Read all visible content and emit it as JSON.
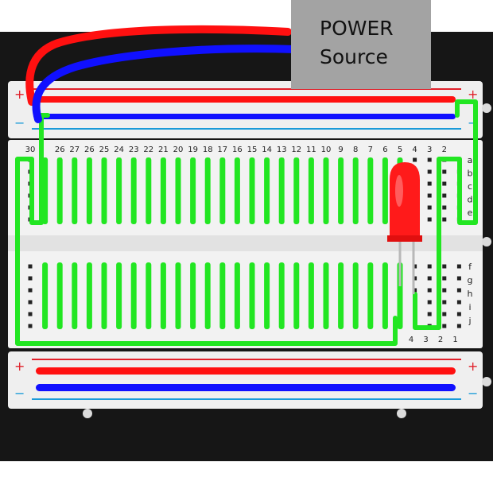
{
  "power_source": {
    "line1": "POWER",
    "line2": "Source"
  },
  "top_rail": {
    "plus": "+",
    "minus": "−"
  },
  "bottom_rail": {
    "plus": "+",
    "minus": "−"
  },
  "column_numbers_top": [
    "30",
    "",
    "26",
    "27",
    "26",
    "25",
    "24",
    "23",
    "22",
    "21",
    "20",
    "19",
    "18",
    "17",
    "16",
    "15",
    "14",
    "13",
    "12",
    "11",
    "10",
    "9",
    "8",
    "7",
    "6",
    "5",
    "4",
    "3",
    "2",
    ""
  ],
  "column_numbers_bottom": [
    "4",
    "3",
    "2",
    "1"
  ],
  "row_letters_top": [
    "a",
    "b",
    "c",
    "d",
    "e"
  ],
  "row_letters_bottom": [
    "f",
    "g",
    "h",
    "i",
    "j"
  ],
  "colors": {
    "background": "#ffffff",
    "board_surround": "#161616",
    "breadboard": "#efefef",
    "psu_box": "#a3a3a3",
    "red_wire": "#ff1010",
    "blue_wire": "#1010ff",
    "green_connection": "#22e622",
    "led": "#ff1a1a",
    "rail_red": "#e0202a",
    "rail_blue": "#1a9ad8"
  }
}
